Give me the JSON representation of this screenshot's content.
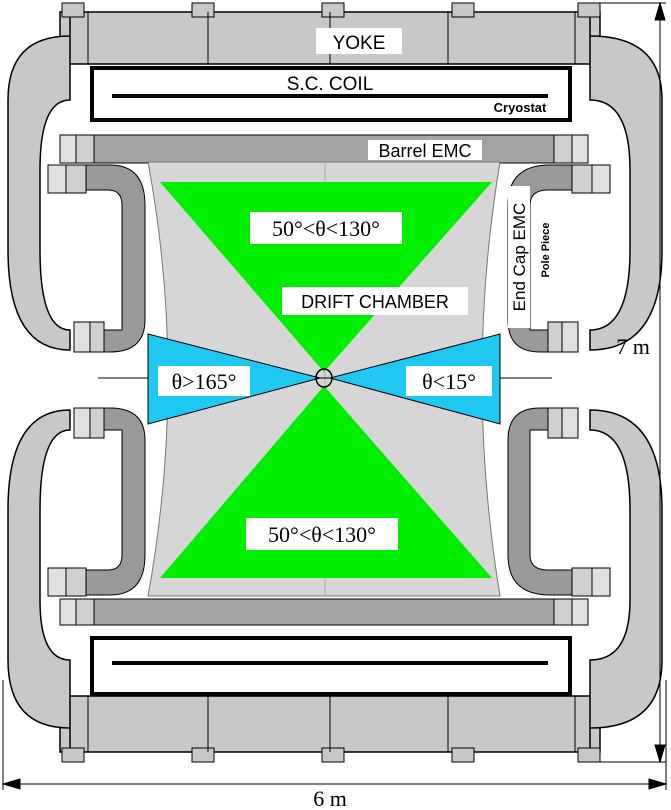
{
  "labels": {
    "yoke": "YOKE",
    "coil": "S.C.  COIL",
    "cryostat": "Cryostat",
    "barrel_emc": "Barrel EMC",
    "endcap_emc": "End Cap EMC",
    "pole_piece": "Pole Piece",
    "drift_chamber": "DRIFT CHAMBER",
    "angle_top": "50°<θ<130°",
    "angle_bottom": "50°<θ<130°",
    "angle_left": "θ>165°",
    "angle_right": "θ<15°",
    "dim_height": "7 m",
    "dim_width": "6 m"
  },
  "colors": {
    "yoke": "#c8c8c8",
    "dark_gray": "#999999",
    "light_gray": "#d4d4d4",
    "green": "#00ee00",
    "cyan": "#1ec8f0",
    "line": "#000000"
  }
}
